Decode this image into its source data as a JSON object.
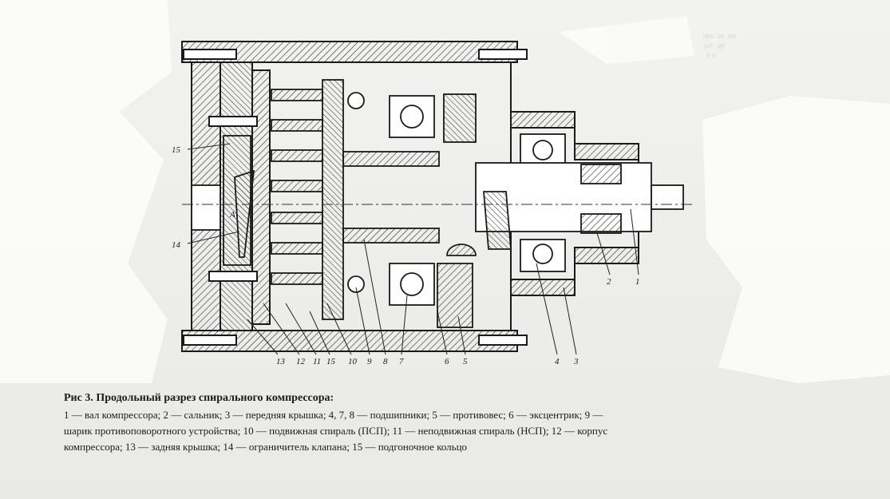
{
  "figure": {
    "callouts": [
      "1",
      "2",
      "3",
      "4",
      "5",
      "6",
      "7",
      "8",
      "9",
      "10",
      "11",
      "12",
      "13",
      "14",
      "15"
    ],
    "bottom_labels": [
      "13",
      "12",
      "11",
      "15",
      "10",
      "9",
      "8",
      "7",
      "6",
      "5",
      "4",
      "3"
    ],
    "right_labels": [
      "2",
      "1"
    ],
    "left_labels": [
      "15",
      "14"
    ],
    "zone_label": "А"
  },
  "caption": {
    "title": "Рис 3.    Продольный разрез спирального компрессора:",
    "line1": "1 — вал компрессора; 2 — сальник; 3 — передняя крышка; 4, 7, 8 — подшипники; 5 — противовес; 6 — эксцентрик; 9 —",
    "line2": "шарик противоповоротного устройства; 10 — подвижная спираль (ПСП); 11 — неподвижная спираль (НСП); 12 — корпус",
    "line3": "компрессора; 13 — задняя крышка; 14 — ограничитель клапана; 15 — подгоночное кольцо"
  }
}
